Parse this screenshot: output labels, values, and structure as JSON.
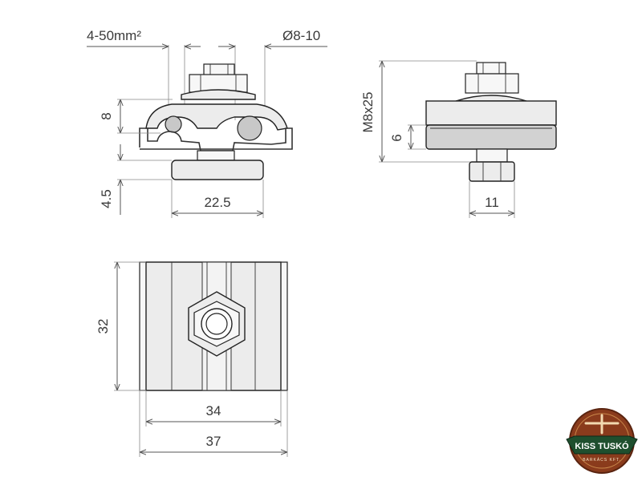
{
  "dimensions": {
    "conductor_range": "4-50mm²",
    "conductor_diameter": "Ø8-10",
    "height_8": "8",
    "height_4_5": "4.5",
    "width_22_5": "22.5",
    "bolt_size": "M8x25",
    "height_6": "6",
    "width_11": "11",
    "length_32": "32",
    "width_34": "34",
    "width_37": "37"
  },
  "logo": {
    "name": "KISS TUSKÓ",
    "tagline": "BARKÁCS KFT."
  },
  "colors": {
    "line": "#222222",
    "logo_badge": "#8a3b1c",
    "logo_ribbon": "#1f4f2e"
  }
}
